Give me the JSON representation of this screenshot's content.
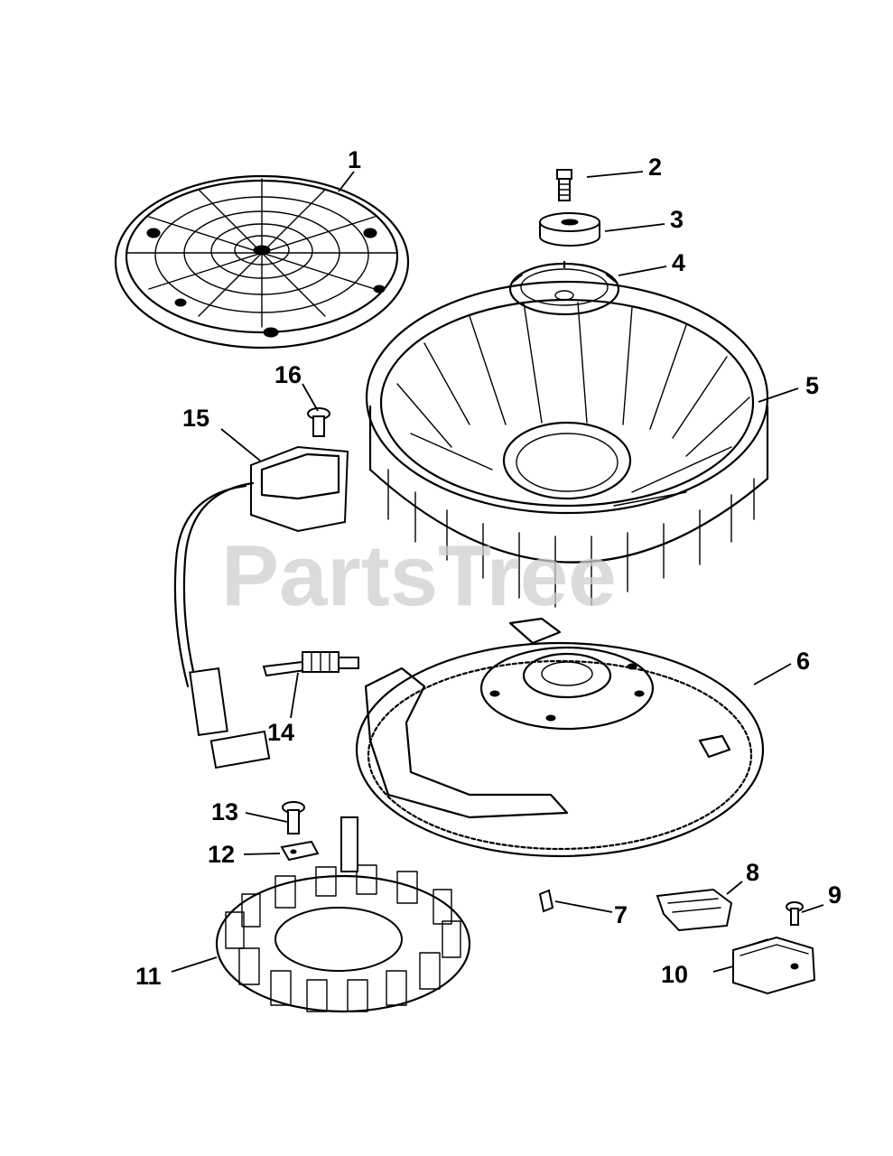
{
  "watermark": "PartsTree",
  "callouts": [
    {
      "id": 1,
      "label": "1"
    },
    {
      "id": 2,
      "label": "2"
    },
    {
      "id": 3,
      "label": "3"
    },
    {
      "id": 4,
      "label": "4"
    },
    {
      "id": 5,
      "label": "5"
    },
    {
      "id": 6,
      "label": "6"
    },
    {
      "id": 7,
      "label": "7"
    },
    {
      "id": 8,
      "label": "8"
    },
    {
      "id": 9,
      "label": "9"
    },
    {
      "id": 10,
      "label": "10"
    },
    {
      "id": 11,
      "label": "11"
    },
    {
      "id": 12,
      "label": "12"
    },
    {
      "id": 13,
      "label": "13"
    },
    {
      "id": 14,
      "label": "14"
    },
    {
      "id": 15,
      "label": "15"
    },
    {
      "id": 16,
      "label": "16"
    }
  ]
}
